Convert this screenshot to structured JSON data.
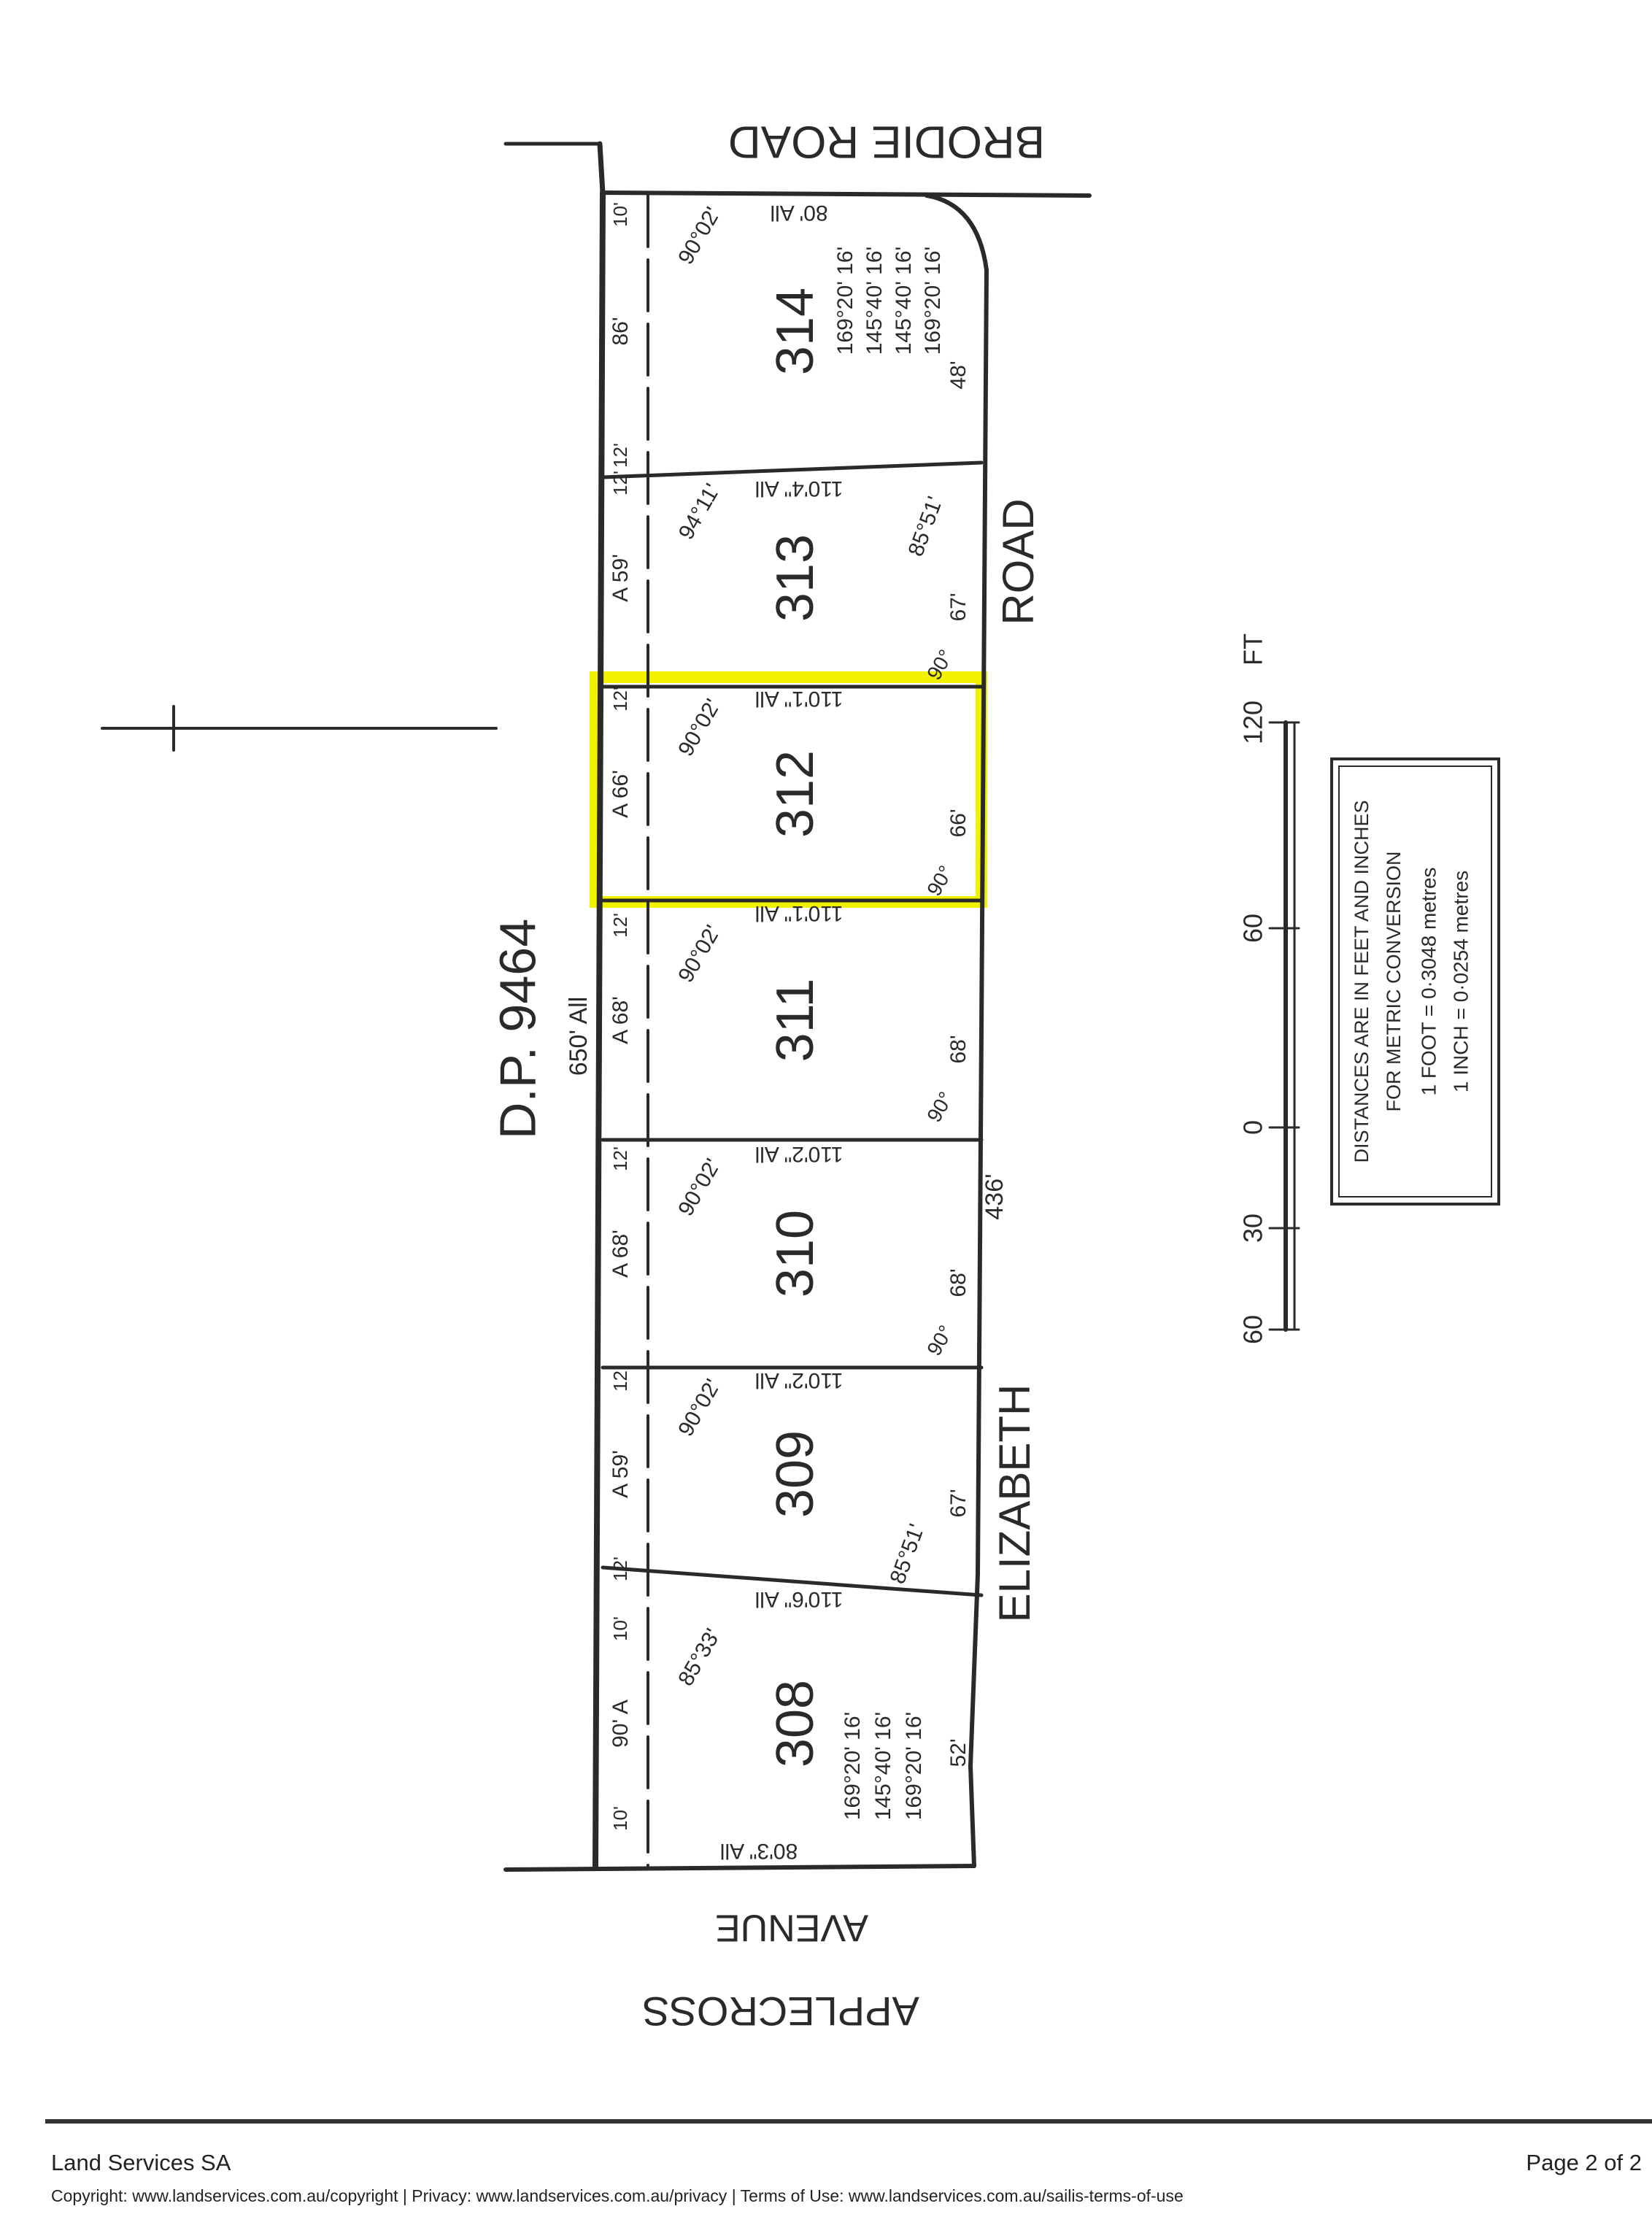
{
  "plan": {
    "deposited_plan": "D.P. 9464",
    "total_depth": "650' All",
    "frontage_total": "436'",
    "roads": {
      "top": "BRODIE ROAD",
      "right_1": "ROAD",
      "right_2": "ELIZABETH",
      "bottom_1": "AVENUE",
      "bottom_2": "APPLECROSS"
    },
    "highlight_color": "#f2f200",
    "highlighted_lot": "312",
    "lots": [
      {
        "number": "314",
        "rear": "86'",
        "depth": "80' All",
        "rear_angle": "90°02'",
        "front": "48'",
        "side_a": "10'",
        "side_b": "12'",
        "corner": [
          "169°20' 16'",
          "145°40' 16'",
          "145°40' 16'",
          "169°20' 16'"
        ]
      },
      {
        "number": "313",
        "rear": "A 59'",
        "depth": "110'4\" All",
        "rear_angle": "94°11'",
        "front": "67'",
        "front_angle": "85°51'",
        "angle2": "90°",
        "side_a": "12'"
      },
      {
        "number": "312",
        "rear": "A 66'",
        "depth": "110'1\" All",
        "rear_angle": "90°02'",
        "front": "66'",
        "angle2": "90°",
        "side_a": "12'"
      },
      {
        "number": "311",
        "rear": "A 68'",
        "depth": "110'1\" All",
        "rear_angle": "90°02'",
        "front": "68'",
        "angle2": "90°",
        "side_a": "12'"
      },
      {
        "number": "310",
        "rear": "A 68'",
        "depth": "110'2\" All",
        "rear_angle": "90°02'",
        "front": "68'",
        "angle2": "90°",
        "side_a": "12'"
      },
      {
        "number": "309",
        "rear": "A 59'",
        "depth": "110'2\" All",
        "rear_angle": "90°02'",
        "front": "67'",
        "front_angle": "85°51'",
        "side_a": "12'",
        "side_b": "12'"
      },
      {
        "number": "308",
        "rear": "90' A",
        "depth": "110'6\" All",
        "rear_angle": "85°33'",
        "front": "52'",
        "side_a": "10'",
        "side_b": "10'",
        "depth2": "80'3\" All",
        "corner": [
          "169°20' 16'",
          "145°40' 16'",
          "169°20' 16'"
        ]
      }
    ]
  },
  "scale": {
    "unit": "FT",
    "labels": [
      "60",
      "30",
      "0",
      "60",
      "120"
    ]
  },
  "legend": {
    "line1": "DISTANCES ARE IN FEET AND INCHES",
    "line2": "FOR METRIC CONVERSION",
    "line3": "1 FOOT   =      0·3048 metres",
    "line4": "1 INCH   =      0·0254 metres"
  },
  "footer": {
    "organization": "Land Services SA",
    "page": "Page 2 of 2",
    "copyright": "Copyright: www.landservices.com.au/copyright | Privacy: www.landservices.com.au/privacy | Terms of Use: www.landservices.com.au/sailis-terms-of-use"
  }
}
